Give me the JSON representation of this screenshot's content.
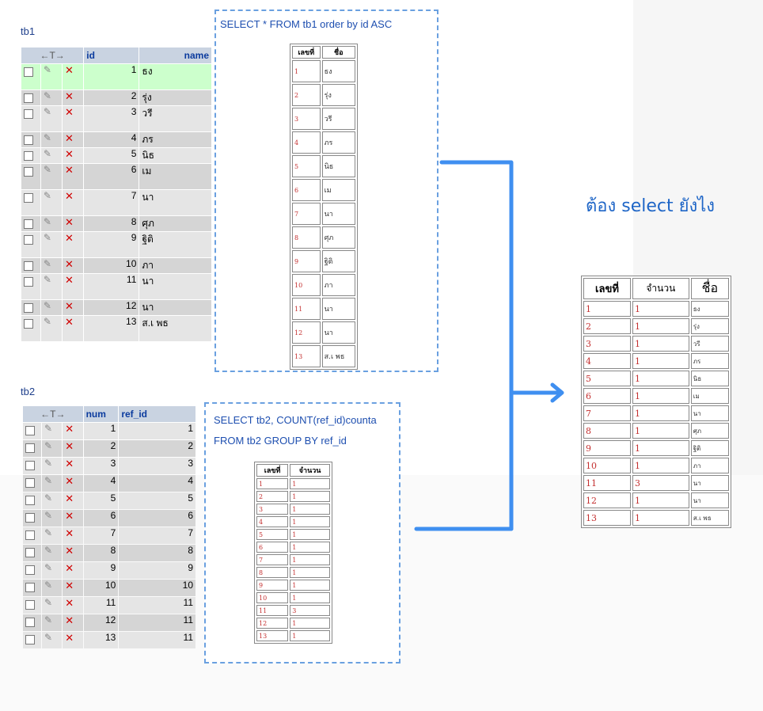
{
  "tb1": {
    "label": "tb1",
    "columns": {
      "arrows": "←T→",
      "id": "id",
      "name": "name"
    },
    "rows": [
      {
        "id": "1",
        "name": "ธง"
      },
      {
        "id": "2",
        "name": "รุ่ง"
      },
      {
        "id": "3",
        "name": "วรี"
      },
      {
        "id": "4",
        "name": "ภร"
      },
      {
        "id": "5",
        "name": "นิธ"
      },
      {
        "id": "6",
        "name": "เม"
      },
      {
        "id": "7",
        "name": "นา"
      },
      {
        "id": "8",
        "name": "ศุภ"
      },
      {
        "id": "9",
        "name": "ฐิติ"
      },
      {
        "id": "10",
        "name": "ภา"
      },
      {
        "id": "11",
        "name": "นา"
      },
      {
        "id": "12",
        "name": "นา"
      },
      {
        "id": "13",
        "name": "ส.เ พธ"
      }
    ]
  },
  "tb2": {
    "label": "tb2",
    "columns": {
      "arrows": "←T→",
      "num": "num",
      "ref_id": "ref_id"
    },
    "rows": [
      {
        "num": "1",
        "ref_id": "1"
      },
      {
        "num": "2",
        "ref_id": "2"
      },
      {
        "num": "3",
        "ref_id": "3"
      },
      {
        "num": "4",
        "ref_id": "4"
      },
      {
        "num": "5",
        "ref_id": "5"
      },
      {
        "num": "6",
        "ref_id": "6"
      },
      {
        "num": "7",
        "ref_id": "7"
      },
      {
        "num": "8",
        "ref_id": "8"
      },
      {
        "num": "9",
        "ref_id": "9"
      },
      {
        "num": "10",
        "ref_id": "10"
      },
      {
        "num": "11",
        "ref_id": "11"
      },
      {
        "num": "12",
        "ref_id": "11"
      },
      {
        "num": "13",
        "ref_id": "11"
      }
    ]
  },
  "query1": {
    "sql": "SELECT * FROM tb1 order by id ASC",
    "headers": [
      "เลขที่",
      "ชื่อ"
    ],
    "rows": [
      [
        "1",
        "ธง"
      ],
      [
        "2",
        "รุ่ง"
      ],
      [
        "3",
        "วรี"
      ],
      [
        "4",
        "ภร"
      ],
      [
        "5",
        "นิธ"
      ],
      [
        "6",
        "เม"
      ],
      [
        "7",
        "นา"
      ],
      [
        "8",
        "ศุภ"
      ],
      [
        "9",
        "ฐิติ"
      ],
      [
        "10",
        "ภา"
      ],
      [
        "11",
        "นา"
      ],
      [
        "12",
        "นา"
      ],
      [
        "13",
        "ส.เ พธ"
      ]
    ]
  },
  "query2": {
    "sql_line1": "SELECT tb2, COUNT(ref_id)counta",
    "sql_line2": "FROM tb2 GROUP BY ref_id",
    "headers": [
      "เลขที่",
      "จำนวน"
    ],
    "rows": [
      [
        "1",
        "1"
      ],
      [
        "2",
        "1"
      ],
      [
        "3",
        "1"
      ],
      [
        "4",
        "1"
      ],
      [
        "5",
        "1"
      ],
      [
        "6",
        "1"
      ],
      [
        "7",
        "1"
      ],
      [
        "8",
        "1"
      ],
      [
        "9",
        "1"
      ],
      [
        "10",
        "1"
      ],
      [
        "11",
        "3"
      ],
      [
        "12",
        "1"
      ],
      [
        "13",
        "1"
      ]
    ]
  },
  "desired": {
    "note": "ต้อง select ยังไง",
    "headers": [
      "เลขที่",
      "จำนวน",
      "ชื่อ"
    ],
    "rows": [
      [
        "1",
        "1",
        "ธง"
      ],
      [
        "2",
        "1",
        "รุ่ง"
      ],
      [
        "3",
        "1",
        "วรี"
      ],
      [
        "4",
        "1",
        "ภร"
      ],
      [
        "5",
        "1",
        "นิธ"
      ],
      [
        "6",
        "1",
        "เม"
      ],
      [
        "7",
        "1",
        "นา"
      ],
      [
        "8",
        "1",
        "ศุภ"
      ],
      [
        "9",
        "1",
        "ฐิติ"
      ],
      [
        "10",
        "1",
        "ภา"
      ],
      [
        "11",
        "3",
        "นา"
      ],
      [
        "12",
        "1",
        "นา"
      ],
      [
        "13",
        "1",
        "ส.เ พธ"
      ]
    ]
  },
  "colors": {
    "arrow": "#3f8ff0",
    "dash": "#6aa0e0",
    "header_bg": "#c9d3e1",
    "highlight": "#ccffcc",
    "red_text": "#c43030"
  }
}
